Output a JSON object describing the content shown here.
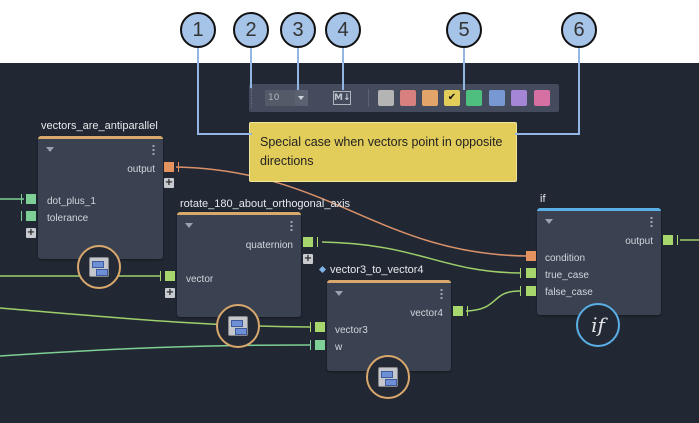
{
  "callouts": [
    "1",
    "2",
    "3",
    "4",
    "5",
    "6"
  ],
  "toolbar": {
    "font_size_value": "10",
    "markdown_label": "M↓",
    "swatches": [
      {
        "name": "gray",
        "color": "#b4b4b4",
        "selected": false
      },
      {
        "name": "red",
        "color": "#d87f7f",
        "selected": false
      },
      {
        "name": "orange",
        "color": "#e3a46a",
        "selected": false
      },
      {
        "name": "yellow",
        "color": "#e2cc5a",
        "selected": true
      },
      {
        "name": "green",
        "color": "#4fbf80",
        "selected": false
      },
      {
        "name": "blue",
        "color": "#7898d4",
        "selected": false
      },
      {
        "name": "purple",
        "color": "#a585d6",
        "selected": false
      },
      {
        "name": "pink",
        "color": "#d66fa2",
        "selected": false
      }
    ],
    "check_glyph": "✔"
  },
  "comment": {
    "text": "Special case when vectors point in opposite directions"
  },
  "nodes": {
    "antiparallel": {
      "title": "vectors_are_antiparallel",
      "outputs": [
        "output"
      ],
      "inputs": [
        "dot_plus_1",
        "tolerance"
      ]
    },
    "rotate": {
      "title": "rotate_180_about_orthogonal_axis",
      "outputs": [
        "quaternion"
      ],
      "inputs": [
        "vector"
      ]
    },
    "v3tov4": {
      "title": "vector3_to_vector4",
      "outputs": [
        "vector4"
      ],
      "inputs": [
        "vector3",
        "w"
      ]
    },
    "if": {
      "title": "if",
      "outputs": [
        "output"
      ],
      "inputs": [
        "condition",
        "true_case",
        "false_case"
      ],
      "badge": "if"
    }
  },
  "plus_glyph": "+"
}
